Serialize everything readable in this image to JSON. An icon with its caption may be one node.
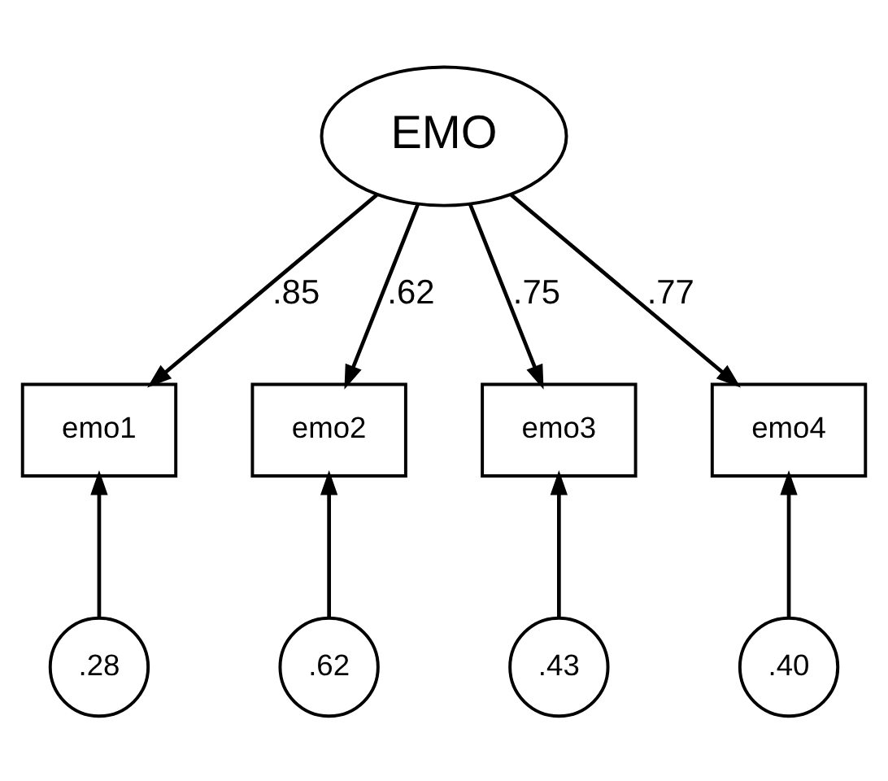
{
  "diagram": {
    "nodes": [
      {
        "text": [
          "EMO"
        ]
      },
      {
        "text": [
          "emo1"
        ]
      },
      {
        "text": [
          "emo2"
        ]
      },
      {
        "text": [
          "emo3"
        ]
      },
      {
        "text": [
          "emo4"
        ]
      },
      {
        "text": [
          ".28"
        ]
      },
      {
        "text": [
          ".62"
        ]
      },
      {
        "text": [
          ".43"
        ]
      },
      {
        "text": [
          ".40"
        ]
      }
    ],
    "edges": [
      {
        "from": 0,
        "to": 1,
        "arrow": "to",
        "label": ".85"
      },
      {
        "from": 0,
        "to": 2,
        "arrow": "to",
        "label": ".62"
      },
      {
        "from": 0,
        "to": 3,
        "arrow": "to",
        "label": ".75"
      },
      {
        "from": 0,
        "to": 4,
        "arrow": "to",
        "label": ".77"
      },
      {
        "from": 5,
        "to": 1,
        "arrow": "to"
      },
      {
        "from": 6,
        "to": 2,
        "arrow": "to"
      },
      {
        "from": 7,
        "to": 3,
        "arrow": "to"
      },
      {
        "from": 8,
        "to": 4,
        "arrow": "to"
      }
    ]
  }
}
